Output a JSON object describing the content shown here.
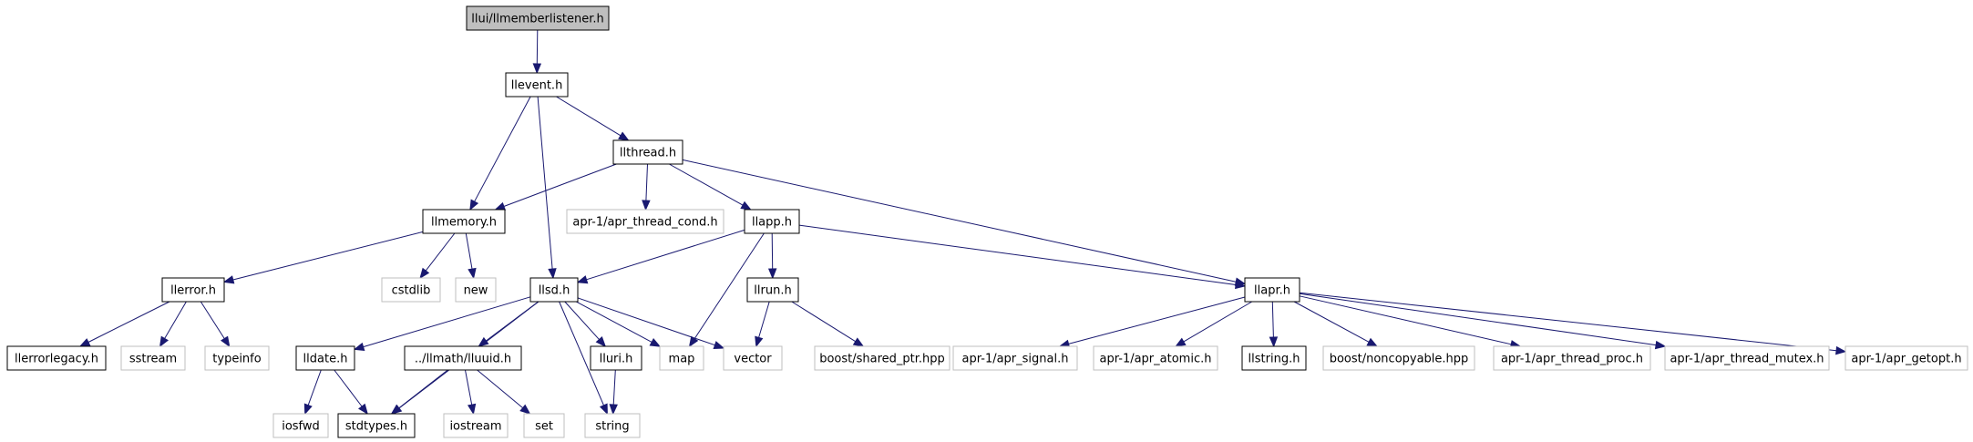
{
  "diagram": {
    "colors": {
      "edge": "#191970",
      "node_border": "#000000",
      "external_border": "#bfbfbf",
      "root_fill": "#bfbfbf",
      "text": "#000000",
      "background": "#ffffff"
    },
    "nodes": [
      {
        "id": "root",
        "label": "llui/llmemberlistener.h",
        "kind": "root"
      },
      {
        "id": "llevent",
        "label": "llevent.h",
        "kind": "local"
      },
      {
        "id": "llthread",
        "label": "llthread.h",
        "kind": "local"
      },
      {
        "id": "llmemory",
        "label": "llmemory.h",
        "kind": "local"
      },
      {
        "id": "apr_cond",
        "label": "apr-1/apr_thread_cond.h",
        "kind": "external"
      },
      {
        "id": "llapp",
        "label": "llapp.h",
        "kind": "local"
      },
      {
        "id": "llerror",
        "label": "llerror.h",
        "kind": "local"
      },
      {
        "id": "cstdlib",
        "label": "cstdlib",
        "kind": "external"
      },
      {
        "id": "new",
        "label": "new",
        "kind": "external"
      },
      {
        "id": "llsd",
        "label": "llsd.h",
        "kind": "local"
      },
      {
        "id": "llrun",
        "label": "llrun.h",
        "kind": "local"
      },
      {
        "id": "llapr",
        "label": "llapr.h",
        "kind": "local"
      },
      {
        "id": "llerrorlegacy",
        "label": "llerrorlegacy.h",
        "kind": "local"
      },
      {
        "id": "sstream",
        "label": "sstream",
        "kind": "external"
      },
      {
        "id": "typeinfo",
        "label": "typeinfo",
        "kind": "external"
      },
      {
        "id": "lldate",
        "label": "lldate.h",
        "kind": "local"
      },
      {
        "id": "lluuid",
        "label": "../llmath/lluuid.h",
        "kind": "local"
      },
      {
        "id": "lluri",
        "label": "lluri.h",
        "kind": "local"
      },
      {
        "id": "map",
        "label": "map",
        "kind": "external"
      },
      {
        "id": "vector",
        "label": "vector",
        "kind": "external"
      },
      {
        "id": "shared_ptr",
        "label": "boost/shared_ptr.hpp",
        "kind": "external"
      },
      {
        "id": "apr_signal",
        "label": "apr-1/apr_signal.h",
        "kind": "external"
      },
      {
        "id": "apr_atomic",
        "label": "apr-1/apr_atomic.h",
        "kind": "external"
      },
      {
        "id": "llstring",
        "label": "llstring.h",
        "kind": "local"
      },
      {
        "id": "noncopyable",
        "label": "boost/noncopyable.hpp",
        "kind": "external"
      },
      {
        "id": "apr_proc",
        "label": "apr-1/apr_thread_proc.h",
        "kind": "external"
      },
      {
        "id": "apr_mutex",
        "label": "apr-1/apr_thread_mutex.h",
        "kind": "external"
      },
      {
        "id": "apr_getopt",
        "label": "apr-1/apr_getopt.h",
        "kind": "external"
      },
      {
        "id": "iosfwd",
        "label": "iosfwd",
        "kind": "external"
      },
      {
        "id": "stdtypes",
        "label": "stdtypes.h",
        "kind": "local"
      },
      {
        "id": "iostream",
        "label": "iostream",
        "kind": "external"
      },
      {
        "id": "set",
        "label": "set",
        "kind": "external"
      },
      {
        "id": "string",
        "label": "string",
        "kind": "external"
      }
    ],
    "edges": [
      [
        "root",
        "llevent"
      ],
      [
        "llevent",
        "llmemory"
      ],
      [
        "llevent",
        "llsd"
      ],
      [
        "llevent",
        "llthread"
      ],
      [
        "llthread",
        "llmemory"
      ],
      [
        "llthread",
        "apr_cond"
      ],
      [
        "llthread",
        "llapp"
      ],
      [
        "llthread",
        "llapr"
      ],
      [
        "llmemory",
        "llerror"
      ],
      [
        "llmemory",
        "cstdlib"
      ],
      [
        "llmemory",
        "new"
      ],
      [
        "llapp",
        "llsd"
      ],
      [
        "llapp",
        "map"
      ],
      [
        "llapp",
        "llrun"
      ],
      [
        "llapp",
        "llapr"
      ],
      [
        "llerror",
        "llerrorlegacy"
      ],
      [
        "llerror",
        "sstream"
      ],
      [
        "llerror",
        "typeinfo"
      ],
      [
        "llsd",
        "lldate"
      ],
      [
        "llsd",
        "stdtypes"
      ],
      [
        "llsd",
        "lluuid"
      ],
      [
        "llsd",
        "string"
      ],
      [
        "llsd",
        "lluri"
      ],
      [
        "llsd",
        "map"
      ],
      [
        "llsd",
        "vector"
      ],
      [
        "llrun",
        "vector"
      ],
      [
        "llrun",
        "shared_ptr"
      ],
      [
        "llapr",
        "apr_signal"
      ],
      [
        "llapr",
        "apr_atomic"
      ],
      [
        "llapr",
        "llstring"
      ],
      [
        "llapr",
        "noncopyable"
      ],
      [
        "llapr",
        "apr_proc"
      ],
      [
        "llapr",
        "apr_mutex"
      ],
      [
        "llapr",
        "apr_getopt"
      ],
      [
        "lldate",
        "iosfwd"
      ],
      [
        "lldate",
        "stdtypes"
      ],
      [
        "lluuid",
        "stdtypes"
      ],
      [
        "lluuid",
        "iostream"
      ],
      [
        "lluuid",
        "set"
      ],
      [
        "lluri",
        "string"
      ]
    ]
  }
}
